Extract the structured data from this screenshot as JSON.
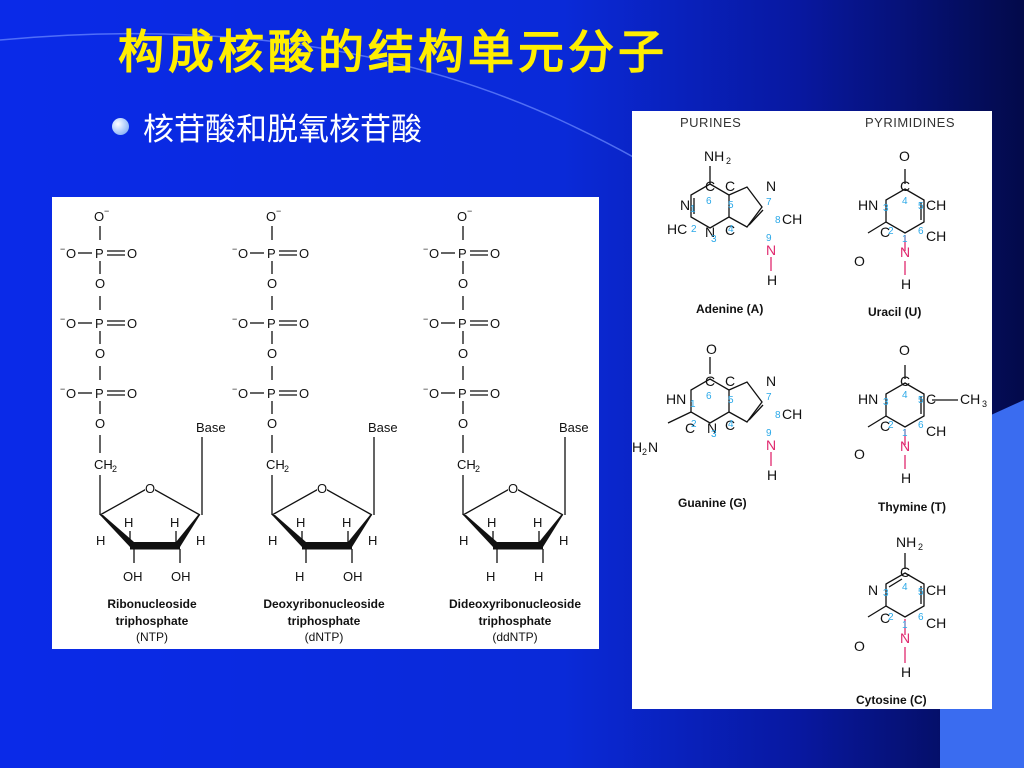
{
  "slide": {
    "title": "构成核酸的结构单元分子",
    "bullet": "核苷酸和脱氧核苷酸"
  },
  "colors": {
    "background": "#0a2ae8",
    "title": "#ffee00",
    "bullet_text": "#ffffff",
    "highlight_h": "#e0286e",
    "ring_numbers": "#2aa8e8"
  },
  "nucleotides": [
    {
      "name": "Ribonucleoside",
      "line2": "triphosphate",
      "abbr": "(NTP)",
      "h2": "OH",
      "h3": "OH"
    },
    {
      "name": "Deoxyribonucleoside",
      "line2": "triphosphate",
      "abbr": "(dNTP)",
      "h2": "OH",
      "h3": "H"
    },
    {
      "name": "Dideoxyribonucleoside",
      "line2": "triphosphate",
      "abbr": "(ddNTP)",
      "h2": "H",
      "h3": "H"
    }
  ],
  "structure_labels": {
    "base": "Base",
    "ch2": "CH",
    "sub2": "2",
    "o": "O",
    "p": "P",
    "h": "H",
    "o_minus": "O",
    "minus": "−"
  },
  "bases": {
    "purines_header": "PURINES",
    "pyrimidines_header": "PYRIMIDINES",
    "adenine": "Adenine (A)",
    "guanine": "Guanine (G)",
    "uracil": "Uracil (U)",
    "thymine": "Thymine (T)",
    "cytosine": "Cytosine (C)"
  }
}
